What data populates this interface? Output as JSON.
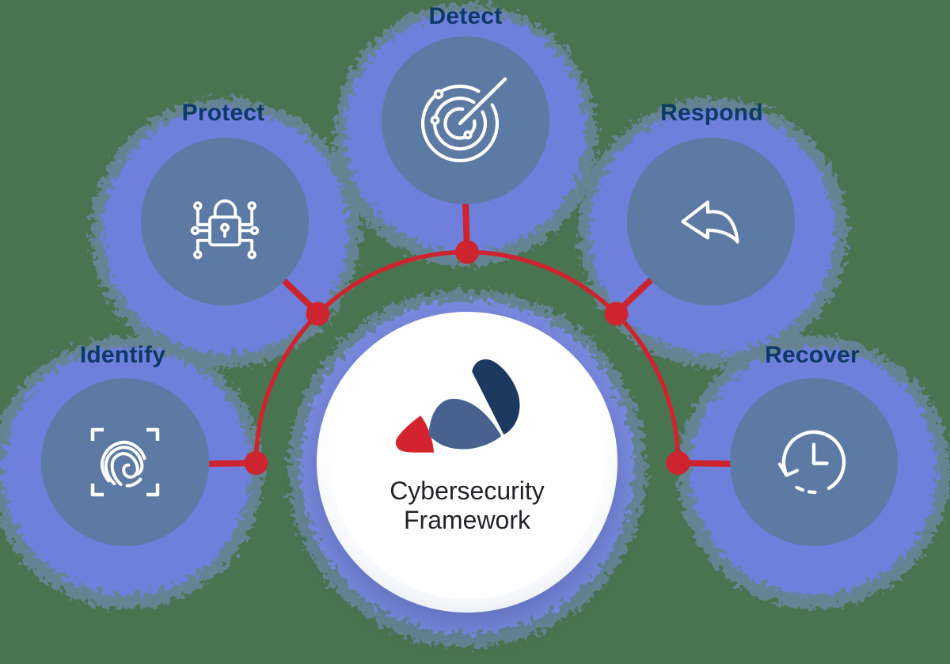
{
  "nodes": [
    {
      "label": "Identify",
      "icon": "fingerprint-scan-icon"
    },
    {
      "label": "Protect",
      "icon": "circuit-lock-icon"
    },
    {
      "label": "Detect",
      "icon": "radar-icon"
    },
    {
      "label": "Respond",
      "icon": "reply-arrow-icon"
    },
    {
      "label": "Recover",
      "icon": "clock-history-icon"
    }
  ],
  "center": {
    "title_line1": "Cybersecurity",
    "title_line2": "Framework",
    "logo_icon": "three-petal-logo"
  },
  "colors": {
    "background": "#497450",
    "node_circle": "#5c7aa4",
    "halo": "#6e7fe2",
    "halo_soft": "#8e9bee",
    "label_text": "#0d3a66",
    "connector_red": "#cd2430",
    "center_title_text": "#232329",
    "icon_stroke": "#ffffff",
    "logo_red": "#d5232d",
    "logo_mid_blue": "#47628f",
    "logo_navy": "#1c3a60"
  }
}
